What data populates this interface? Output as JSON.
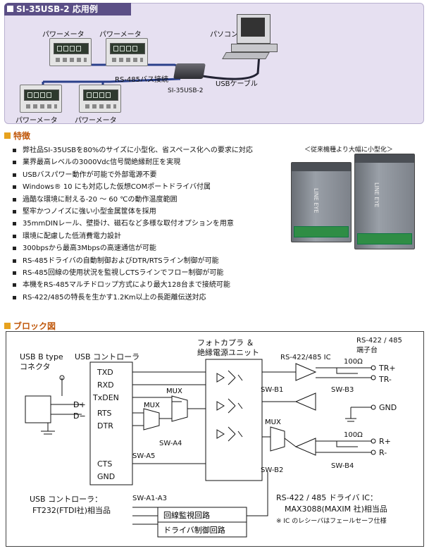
{
  "application_example": {
    "title": "SI-35USB-2 応用例",
    "power_meter_label": "パワーメータ",
    "pc_label": "パソコン",
    "bus_label": "RS-485バス接続",
    "device_label": "SI-35USB-2",
    "cable_label": "USBケーブル"
  },
  "features": {
    "heading": "特徴",
    "items": [
      "弊社品SI-35USBを80%のサイズに小型化、省スペース化への要求に対応",
      "業界最高レベルの3000Vdc信号間絶縁耐圧を実現",
      "USBバスパワー動作が可能で外部電源不要",
      "Windows® 10 にも対応した仮想COMポートドライバ付属",
      "過酷な環境に耐える-20 ～ 60 ℃の動作温度範囲",
      "堅牢かつノイズに強い小型金属筐体を採用",
      "35mmDINレール、壁掛け、磁石など多様な取付オプションを用意",
      "環境に配慮した低消費電力設計",
      "300bpsから最高3Mbpsの高速通信が可能",
      "RS-485ドライバの自動制御およびDTR/RTSライン制御が可能",
      "RS-485回線の使用状況を監視しCTSラインでフロー制御が可能",
      "本機をRS-485マルチドロップ方式により最大128台まで接続可能",
      "RS-422/485の特長を生かす1.2Km以上の長距離伝送対応"
    ],
    "photo_caption": "＜従来機種より大幅に小型化＞",
    "device_brand": "LINE EYE"
  },
  "block_diagram": {
    "heading": "ブロック図",
    "usb_connector": [
      "USB B type",
      "コネクタ"
    ],
    "controller_title": "USB コントローラ",
    "signals": [
      "TXD",
      "RXD",
      "TxDEN",
      "RTS",
      "DTR",
      "CTS",
      "GND"
    ],
    "dplus": "D+",
    "dminus": "D−",
    "photocoupler": [
      "フォトカプラ ＆",
      "絶縁電源ユニット"
    ],
    "ic_label": "RS-422/485 IC",
    "terminal": [
      "RS-422 / 485",
      "端子台"
    ],
    "resistor": "100Ω",
    "tr_plus": "TR+",
    "tr_minus": "TR-",
    "gnd": "GND",
    "r_plus": "R+",
    "r_minus": "R-",
    "mux": "MUX",
    "switches": [
      "SW-B1",
      "SW-B2",
      "SW-B3",
      "SW-B4",
      "SW-A4",
      "SW-A5",
      "SW-A1-A3"
    ],
    "monitor_circuit": "回線監視回路",
    "driver_circuit": "ドライバ制御回路",
    "controller_note": [
      "USB コントローラ：",
      "FT232(FTDI社)相当品"
    ],
    "driver_note": [
      "RS-422 / 485 ドライバ IC：",
      "MAX3088(MAXIM 社)相当品",
      "※ IC のレシーバはフェールセーフ仕様"
    ]
  }
}
